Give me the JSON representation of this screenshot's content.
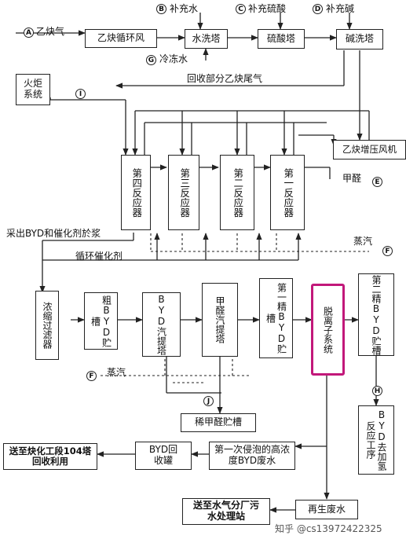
{
  "inputs": {
    "acetylene_gas": "乙炔气",
    "makeup_water": "补充水",
    "makeup_sulfuric_acid": "补充硫酸",
    "makeup_alkali": "补充碱",
    "chilled_water": "冷冻水",
    "formaldehyde": "甲醛",
    "steam": "蒸汽"
  },
  "markers": {
    "A": "A",
    "B": "B",
    "C": "C",
    "D": "D",
    "E": "E",
    "F": "F",
    "G": "G",
    "H": "H",
    "I": "I",
    "J": "J"
  },
  "units": {
    "recycle_fan": "乙炔循环风",
    "water_wash_tower": "水洗塔",
    "acid_wash_tower": "硫酸塔",
    "alkali_wash_tower": "碱洗塔",
    "flare_system": "火炬系统",
    "booster_fan": "乙炔增压风机",
    "reactor_4": "第四反应器",
    "reactor_3": "第三反应器",
    "reactor_2": "第二反应器",
    "reactor_1": "第一反应器",
    "concentrating_filter": "浓缩过滤器",
    "crude_byd_tank": "粗BYD贮槽",
    "byd_stripper": "BYD汽提塔",
    "formaldehyde_stripper": "甲醛汽提塔",
    "first_refined_byd_tank": "第一精BYD贮槽",
    "deionization_system": "脱离子系统",
    "second_refined_byd_tank": "第二精BYD贮槽",
    "byd_hydrogenation": "BYD去加氢反应工序",
    "dilute_formaldehyde_tank": "稀甲醛贮槽",
    "byd_recovery_tank": "BYD回收罐",
    "first_soak_wastewater": "第一次侵泡的高浓度BYD废水",
    "send_alkynation": "送至炔化工段104塔回收利用",
    "regen_wastewater": "再生废水",
    "send_sewage": "送至水气分厂污水处理站"
  },
  "flow_labels": {
    "recover_tail_gas": "回收部分乙炔尾气",
    "withdraw_slurry": "采出BYD和催化剂於浆",
    "recycle_catalyst": "循环催化剂"
  },
  "watermark": "知乎 @cs13972422325",
  "colors": {
    "highlight": "#c2187a",
    "line": "#222222"
  }
}
